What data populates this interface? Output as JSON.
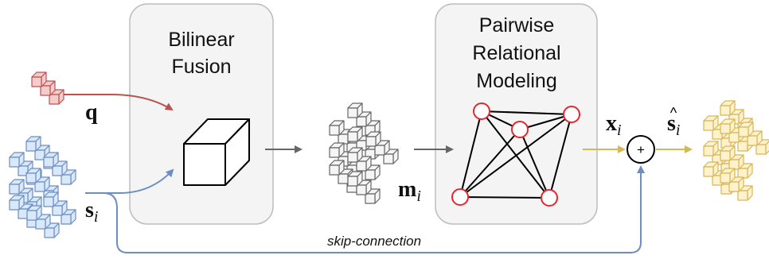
{
  "modules": {
    "bilinear": {
      "title_line1": "Bilinear",
      "title_line2": "Fusion"
    },
    "pairwise": {
      "title_line1": "Pairwise",
      "title_line2": "Relational",
      "title_line3": "Modeling"
    }
  },
  "labels": {
    "q": "q",
    "s": "s",
    "s_sub": "i",
    "m": "m",
    "m_sub": "i",
    "x": "x",
    "x_sub": "i",
    "s_hat": "s",
    "s_hat_sub": "i",
    "s_hat_accent": "^",
    "plus": "+",
    "skip": "skip-connection"
  },
  "colors": {
    "query_block": "#f5cccc",
    "query_block_stroke": "#b85450",
    "support_block": "#dae8fc",
    "support_block_stroke": "#6c8ebf",
    "mid_block": "#f5f5f5",
    "mid_block_stroke": "#666666",
    "out_block": "#fff2cc",
    "out_block_stroke": "#d6b656",
    "arrow_red": "#b85450",
    "arrow_blue": "#6c8ebf",
    "arrow_gray": "#666666",
    "arrow_gold": "#d6b656",
    "node_stroke": "#e8262d"
  },
  "icons": {
    "fusion": "cube-icon",
    "graph": "fully-connected-graph-icon",
    "sum": "plus-circle-icon"
  }
}
